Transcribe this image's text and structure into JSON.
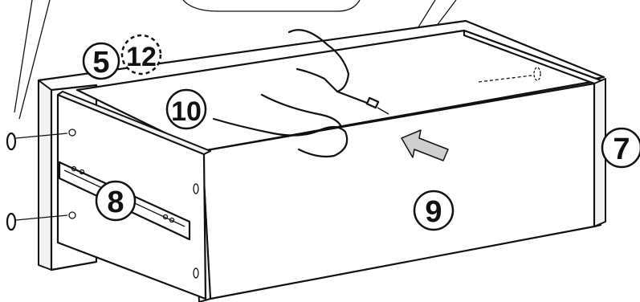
{
  "diagram": {
    "part_labels": {
      "rear_panel": "5",
      "dashed_part": "12",
      "right_side_panel": "7",
      "left_side_panel": "8",
      "front_panel": "9",
      "bottom_panel": "10"
    },
    "colors": {
      "line": "#111111",
      "arrow_fill": "#cfcfcf",
      "panel_edge": "#f2f2f2"
    },
    "icons": [
      "screwdriver-hand-icon",
      "push-arrow-icon",
      "dowel-icon",
      "drawer-slide-icon"
    ]
  }
}
